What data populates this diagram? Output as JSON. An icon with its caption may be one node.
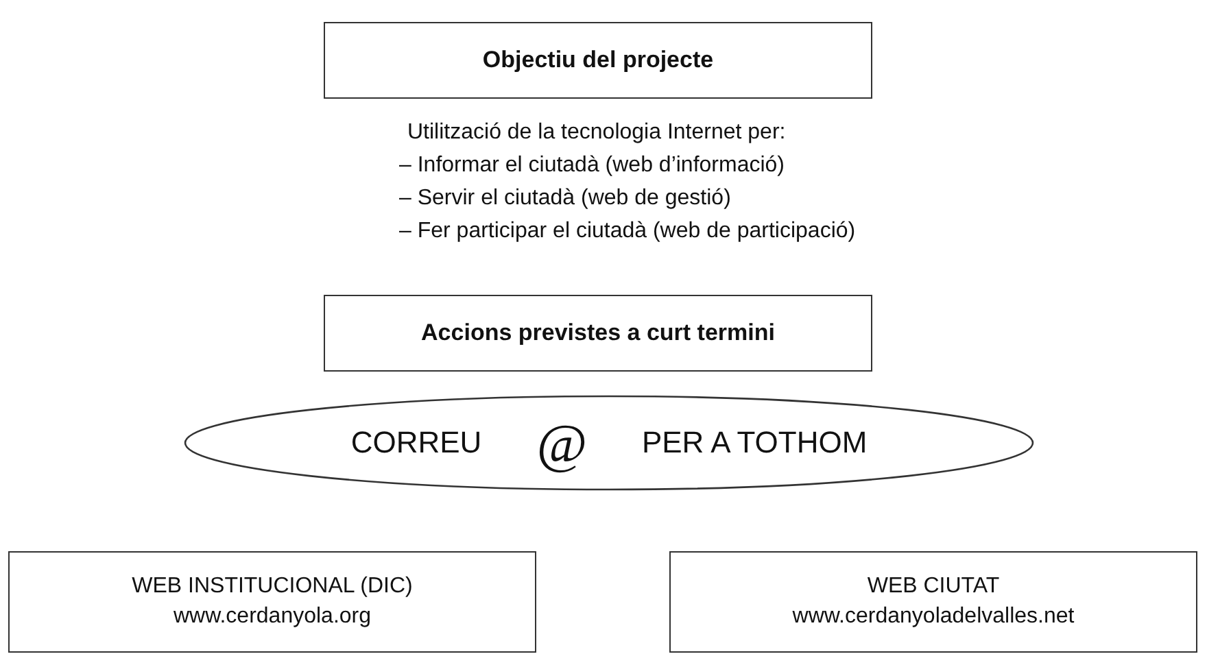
{
  "diagram": {
    "nodes": [
      {
        "text": [
          "Objectiu del projecte"
        ]
      },
      {
        "text": [
          "Accions previstes a curt termini"
        ]
      },
      {
        "text": [
          "CORREU",
          "@",
          "PER A TOTHOM"
        ]
      },
      {
        "text": [
          "WEB INSTITUCIONAL (DIC)",
          "www.cerdanyola.org"
        ]
      },
      {
        "text": [
          "WEB CIUTAT",
          "www.cerdanyoladelvalles.net"
        ]
      }
    ],
    "edges": [],
    "labels": [
      "Utilització de la tecnologia Internet per:",
      "– Informar el ciutadà (web d’informació)",
      "– Servir el ciutadà (web de gestió)",
      "– Fer participar el ciutadà (web de participació)"
    ]
  }
}
